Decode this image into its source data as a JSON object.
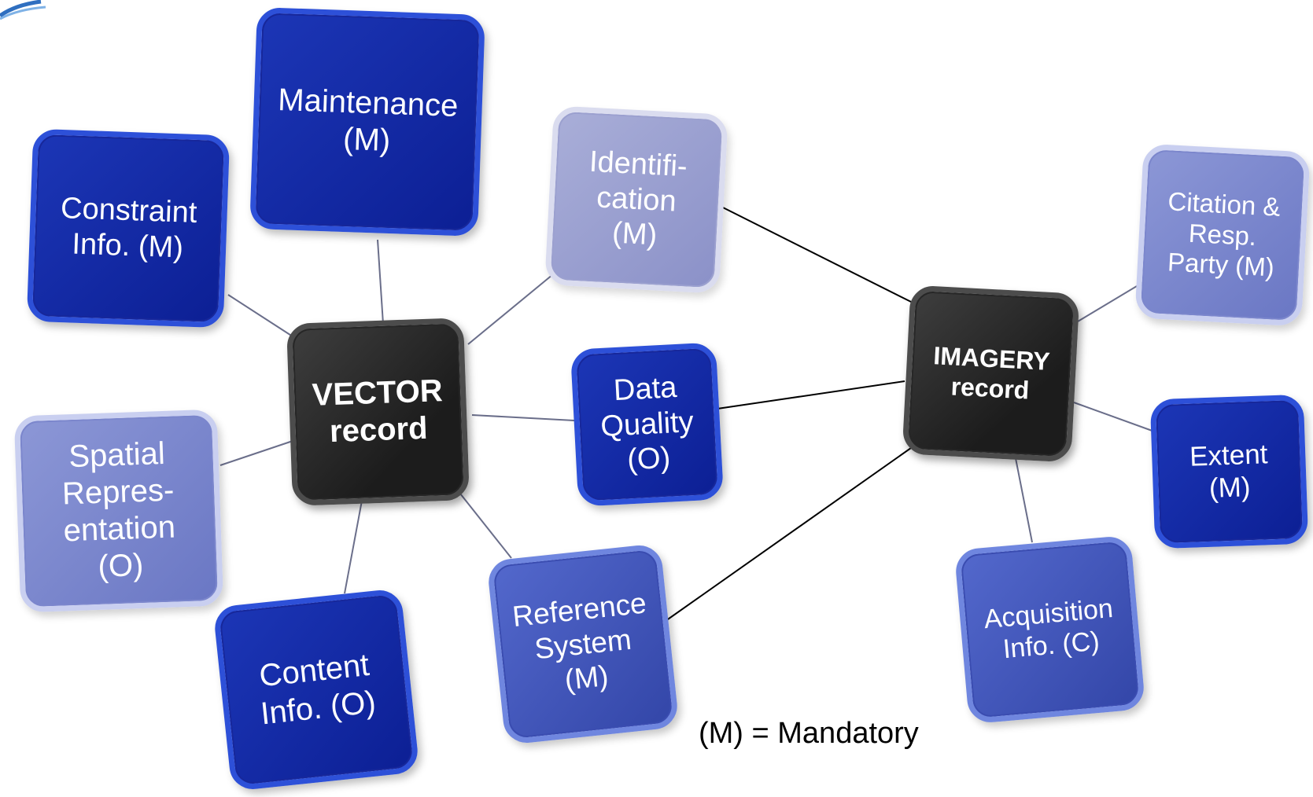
{
  "colors": {
    "dark": "#2a2a2a",
    "navy": "#1428a6",
    "mid": "#4459bb",
    "lite": "#7a85cb",
    "pale": "#9aa0cf",
    "line": "#000000",
    "text": "#ffffff"
  },
  "nodes": {
    "vector": "VECTOR\nrecord",
    "imagery": "IMAGERY\nrecord",
    "maintenance": "Maintenance\n(M)",
    "constraint": "Constraint\nInfo. (M)",
    "identification": "Identifi-\ncation\n(M)",
    "data_quality": "Data\nQuality\n(O)",
    "spatial": "Spatial\nRepres-\nentation\n(O)",
    "content": "Content\nInfo. (O)",
    "reference": "Reference\nSystem\n(M)",
    "citation": "Citation &\nResp.\nParty (M)",
    "extent": "Extent\n(M)",
    "acquisition": "Acquisition\nInfo. (C)"
  },
  "legend": "(M) = Mandatory"
}
